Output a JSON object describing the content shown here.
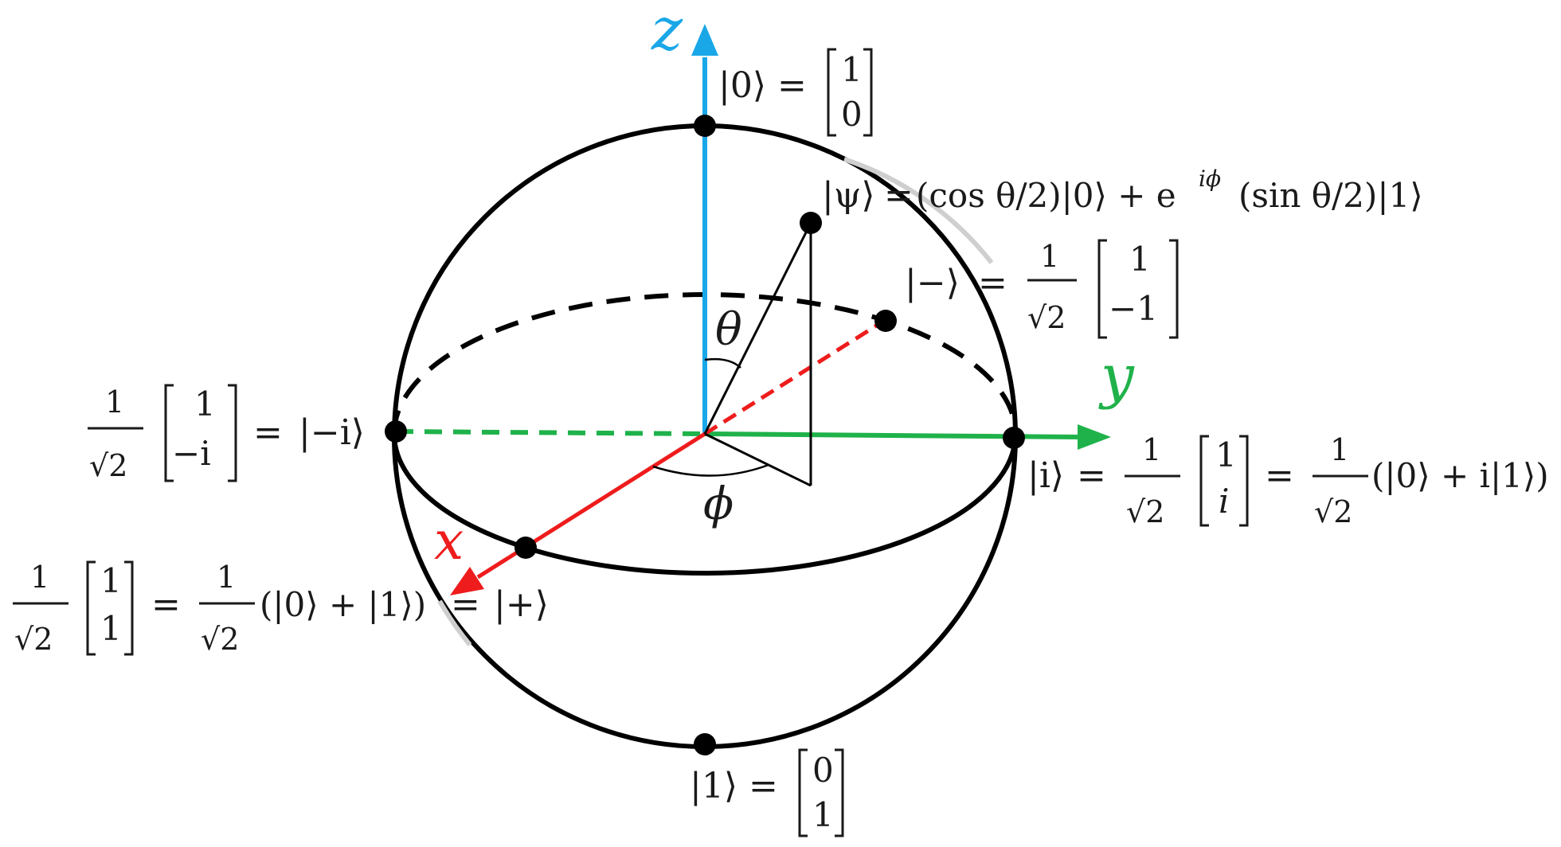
{
  "colors": {
    "z_axis": "#1aa7e8",
    "y_axis": "#1fb24a",
    "x_axis": "#ee1c1c",
    "ink": "#000000",
    "text": "#1a1a1a"
  },
  "axes": {
    "z": "z",
    "y": "y",
    "x": "x"
  },
  "angles": {
    "theta": "θ",
    "phi": "ϕ"
  },
  "states": {
    "zero": {
      "ket": "|0⟩",
      "eq": "=",
      "vector": [
        "1",
        "0"
      ]
    },
    "one": {
      "ket": "|1⟩",
      "eq": "=",
      "vector": [
        "0",
        "1"
      ]
    },
    "psi": {
      "ket": "|ψ⟩",
      "eq": "=",
      "rhs_pre": "(cos θ/2)|0⟩ + e",
      "rhs_exp": "iϕ",
      "rhs_post": "(sin θ/2)|1⟩"
    },
    "minus": {
      "ket": "|−⟩",
      "eq": "=",
      "frac_num": "1",
      "frac_den": "√2",
      "vector": [
        "1",
        "−1"
      ]
    },
    "minus_i": {
      "ket": "|−i⟩",
      "eq": "=",
      "frac_num": "1",
      "frac_den": "√2",
      "vector": [
        "1",
        "−i"
      ]
    },
    "i": {
      "ket": "|i⟩",
      "eq": "=",
      "frac_num": "1",
      "frac_den": "√2",
      "vector": [
        "1",
        "i"
      ],
      "eq2": "=",
      "frac2_num": "1",
      "frac2_den": "√2",
      "expansion": "(|0⟩ + i|1⟩)"
    },
    "plus": {
      "ket": "|+⟩",
      "eq": "=",
      "frac_num": "1",
      "frac_den": "√2",
      "vector": [
        "1",
        "1"
      ],
      "eq2": "=",
      "frac2_num": "1",
      "frac2_den": "√2",
      "expansion": "(|0⟩ + |1⟩)"
    }
  }
}
